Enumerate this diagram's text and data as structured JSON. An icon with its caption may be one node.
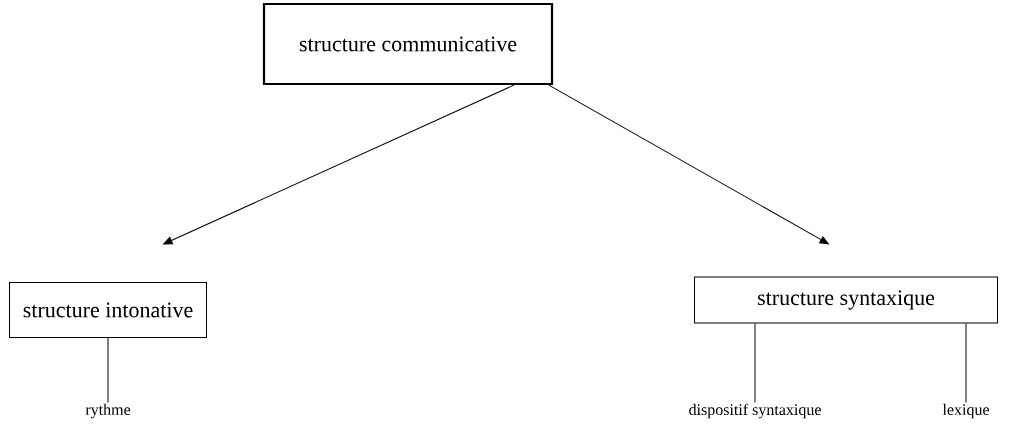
{
  "diagram": {
    "nodes": [
      {
        "text": [
          "structure communicative"
        ]
      },
      {
        "text": [
          "structure intonative"
        ]
      },
      {
        "text": [
          "structure syntaxique"
        ]
      },
      {
        "text": [
          "rythme"
        ]
      },
      {
        "text": [
          "dispositif syntaxique"
        ]
      },
      {
        "text": [
          "lexique"
        ]
      }
    ],
    "edges": [
      {
        "from": 0,
        "to": 1,
        "arrow": "to"
      },
      {
        "from": 0,
        "to": 2,
        "arrow": "to"
      },
      {
        "from": 1,
        "to": 3,
        "arrow": "none"
      },
      {
        "from": 2,
        "to": 4,
        "arrow": "none"
      },
      {
        "from": 2,
        "to": 5,
        "arrow": "none"
      }
    ]
  }
}
